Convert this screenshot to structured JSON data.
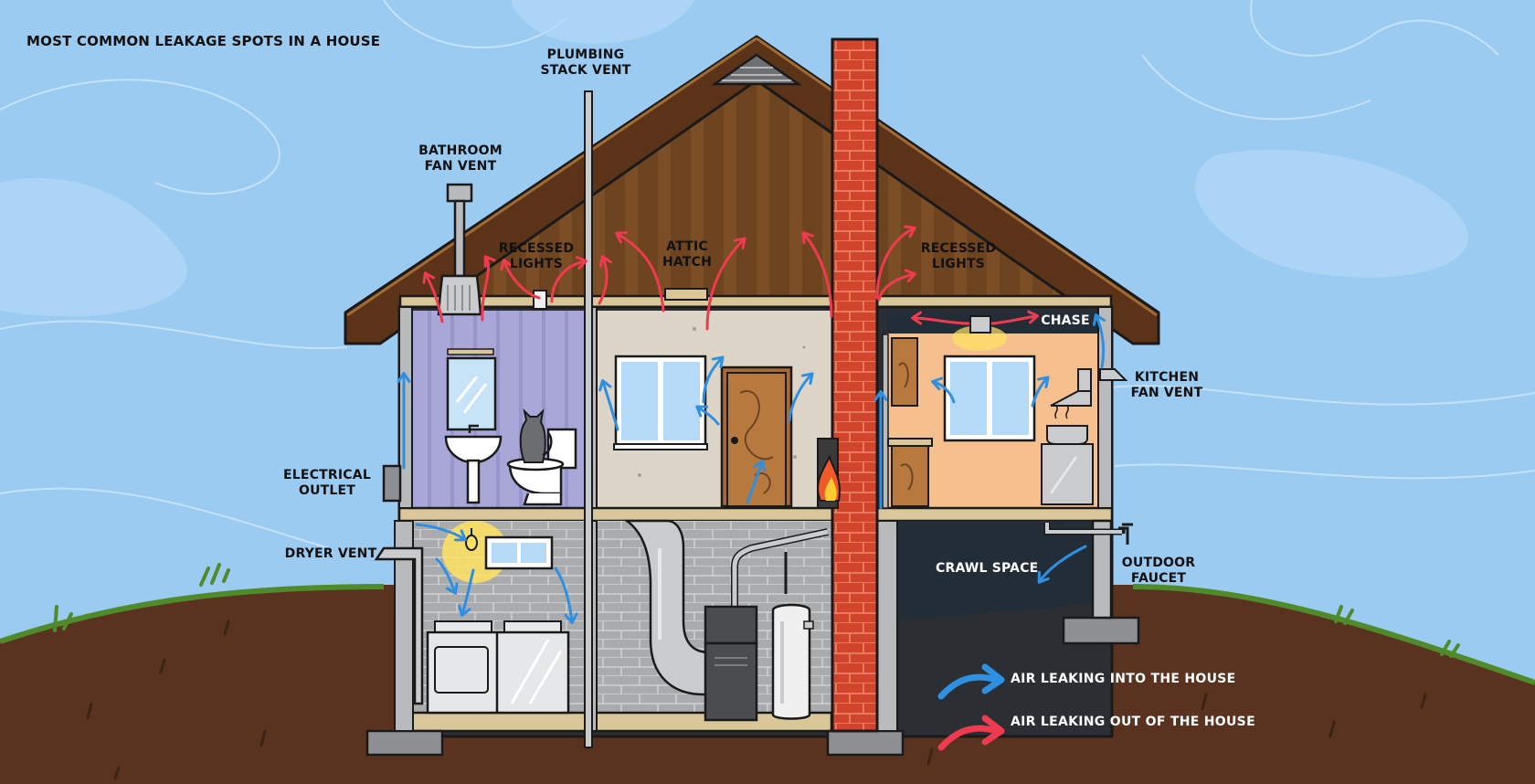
{
  "title": "MOST COMMON LEAKAGE SPOTS IN A HOUSE",
  "labels": {
    "plumbing_stack_vent": [
      "PLUMBING",
      "STACK VENT"
    ],
    "bathroom_fan_vent": [
      "BATHROOM",
      "FAN VENT"
    ],
    "recessed_lights_left": [
      "RECESSED",
      "LIGHTS"
    ],
    "attic_hatch": [
      "ATTIC",
      "HATCH"
    ],
    "recessed_lights_right": [
      "RECESSED",
      "LIGHTS"
    ],
    "chase": "CHASE",
    "kitchen_fan_vent": [
      "KITCHEN",
      "FAN VENT"
    ],
    "electrical_outlet": [
      "ELECTRICAL",
      "OUTLET"
    ],
    "dryer_vent": "DRYER VENT",
    "crawl_space": "CRAWL SPACE",
    "outdoor_faucet": [
      "OUTDOOR",
      "FAUCET"
    ]
  },
  "legend": {
    "into": "AIR LEAKING  INTO THE HOUSE",
    "out": "AIR LEAKING OUT OF THE HOUSE"
  },
  "colors": {
    "sky": "#9ccbf2",
    "ground": "#5a3320",
    "grass": "#4f8a2b",
    "roof": "#6e4420",
    "brick": "#d2452d",
    "air_in": "#2f8fe0",
    "air_out": "#ef3b4f",
    "crawl_space": "#232d38"
  }
}
